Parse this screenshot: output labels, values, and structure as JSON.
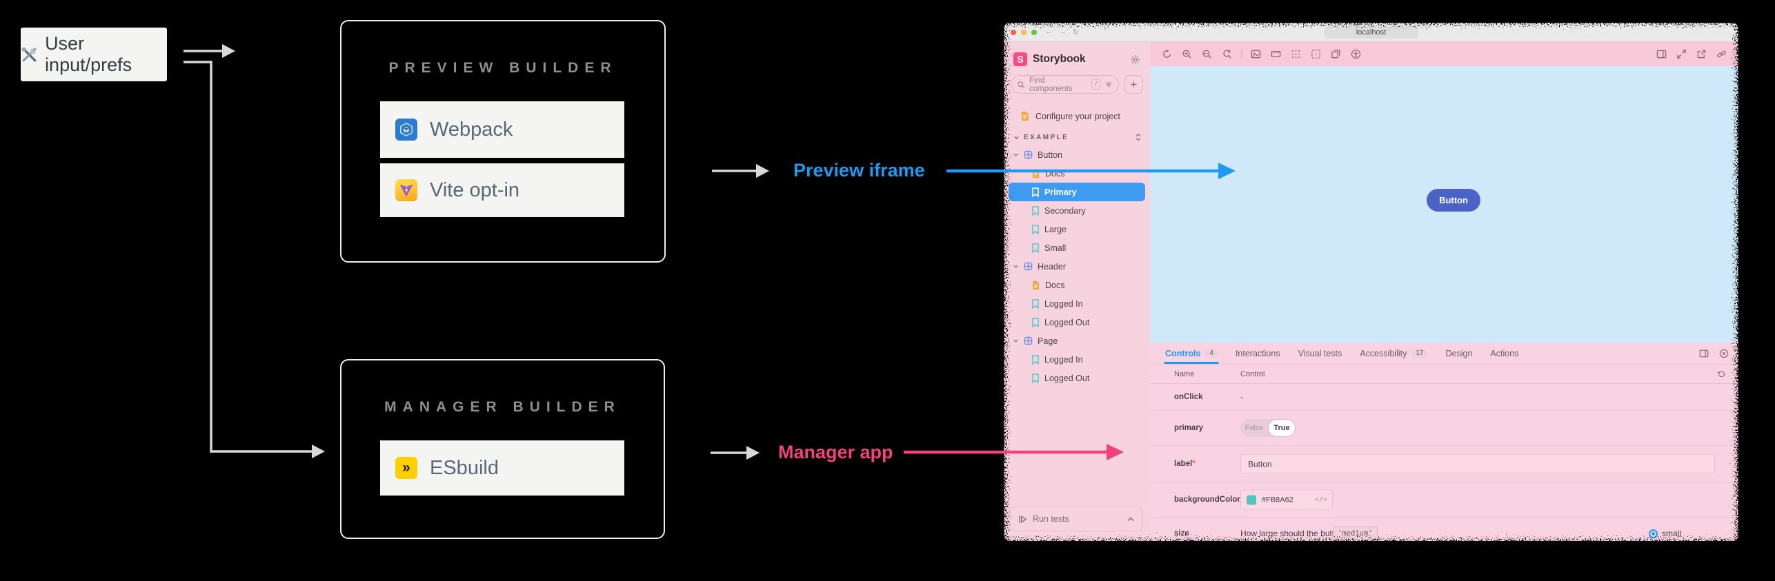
{
  "diagram": {
    "user_box": {
      "icon": "hammer-and-wrench",
      "label": "User input/prefs"
    },
    "preview_builder": {
      "title": "PREVIEW BUILDER",
      "items": [
        {
          "icon": "webpack",
          "label": "Webpack"
        },
        {
          "icon": "vite",
          "label": "Vite opt-in"
        }
      ]
    },
    "manager_builder": {
      "title": "MANAGER BUILDER",
      "items": [
        {
          "icon": "esbuild",
          "icon_glyph": "»",
          "label": "ESbuild"
        }
      ]
    },
    "preview_label": "Preview iframe",
    "manager_label": "Manager app",
    "colors": {
      "preview_accent": "#1e9bf0",
      "manager_accent": "#f2417d"
    }
  },
  "window": {
    "url": "localhost",
    "toolbar_icons": [
      "remount",
      "zoom-in",
      "zoom-out",
      "zoom-reset",
      "backgrounds",
      "viewport",
      "grid",
      "outline",
      "measure",
      "accessibility",
      "panel-toggle",
      "fullscreen",
      "open-external",
      "copy-link"
    ],
    "sidebar": {
      "brand_initial": "S",
      "brand": "Storybook",
      "search_placeholder": "Find components",
      "search_shortcut": "/",
      "add_button": "+",
      "config_item": "Configure your project",
      "section": "EXAMPLE",
      "tree": [
        {
          "label": "Button",
          "type": "component"
        },
        {
          "label": "Docs",
          "type": "docs"
        },
        {
          "label": "Primary",
          "type": "story",
          "selected": true
        },
        {
          "label": "Secondary",
          "type": "story"
        },
        {
          "label": "Large",
          "type": "story"
        },
        {
          "label": "Small",
          "type": "story"
        },
        {
          "label": "Header",
          "type": "component"
        },
        {
          "label": "Docs",
          "type": "docs"
        },
        {
          "label": "Logged In",
          "type": "story"
        },
        {
          "label": "Logged Out",
          "type": "story"
        },
        {
          "label": "Page",
          "type": "component"
        },
        {
          "label": "Logged In",
          "type": "story"
        },
        {
          "label": "Logged Out",
          "type": "story"
        }
      ],
      "run_tests": "Run tests"
    },
    "canvas": {
      "button_label": "Button"
    },
    "panel": {
      "tabs": [
        {
          "label": "Controls",
          "badge": "4",
          "active": true
        },
        {
          "label": "Interactions"
        },
        {
          "label": "Visual tests"
        },
        {
          "label": "Accessibility",
          "badge": "17"
        },
        {
          "label": "Design"
        },
        {
          "label": "Actions"
        }
      ],
      "columns": [
        "Name",
        "Control"
      ],
      "rows": [
        {
          "name": "onClick",
          "value": "-"
        },
        {
          "name": "primary",
          "off": "False",
          "on": "True"
        },
        {
          "name": "label",
          "required_mark": "*",
          "value": "Button"
        },
        {
          "name": "backgroundColor",
          "value": "#FB8A62",
          "code_icon": "</>",
          "swatch_color": "#54c4c0"
        },
        {
          "name": "size",
          "question": "How large should the button be?",
          "default": "'medium'",
          "value": "small"
        }
      ]
    }
  }
}
